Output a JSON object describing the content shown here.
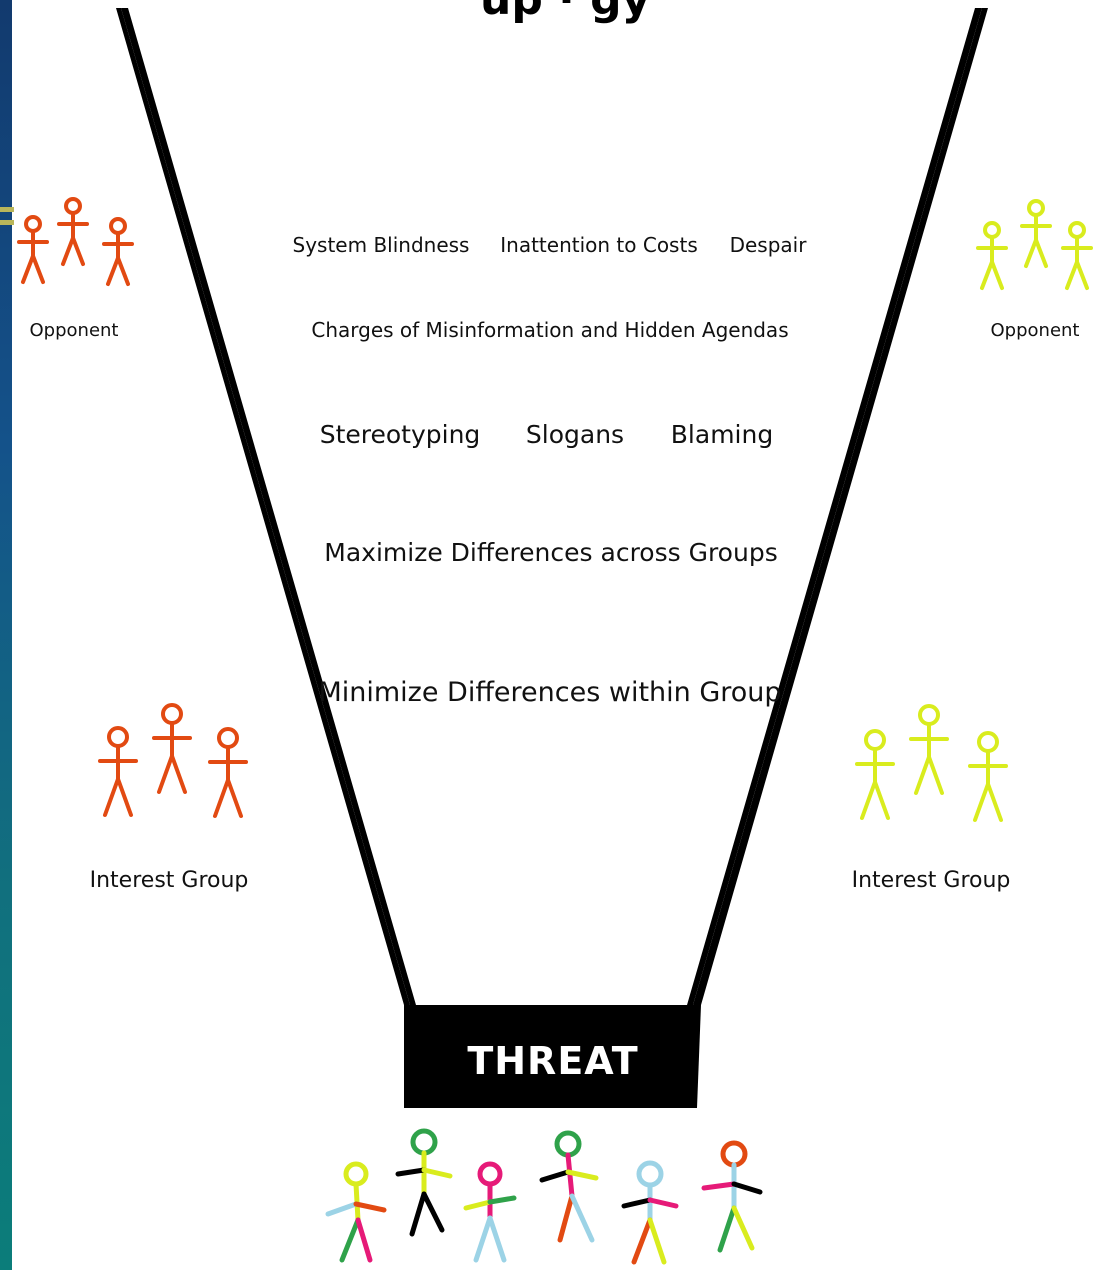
{
  "title_fragment": "up · gy",
  "funnel": {
    "row1": [
      "System Blindness",
      "Inattention to Costs",
      "Despair"
    ],
    "row2": "Charges of Misinformation and Hidden Agendas",
    "row3": [
      "Stereotyping",
      "Slogans",
      "Blaming"
    ],
    "row4": "Maximize Differences across Groups",
    "row5": "Minimize Differences within Group",
    "base": "THREAT"
  },
  "left": {
    "opponent_label": "Opponent",
    "group_label": "Interest Group",
    "color": "#e24a12"
  },
  "right": {
    "opponent_label": "Opponent",
    "group_label": "Interest Group",
    "color": "#d9ec1e"
  },
  "colors": {
    "funnel": "#000000",
    "sidebar": "#14528a",
    "accent_bar": "#b9b65a"
  },
  "icons": [
    "stick-figure-group-icon",
    "stick-figure-crowd-icon"
  ]
}
